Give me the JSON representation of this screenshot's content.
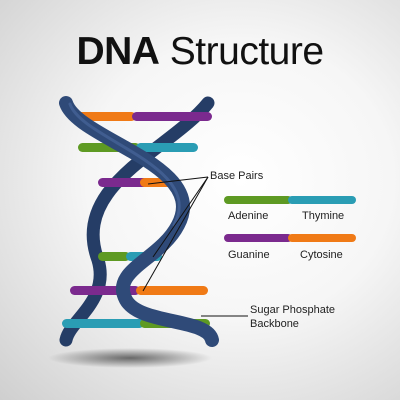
{
  "title": {
    "bold": "DNA",
    "light": "Structure"
  },
  "labels": {
    "base_pairs": "Base Pairs",
    "backbone_line1": "Sugar Phosphate",
    "backbone_line2": "Backbone"
  },
  "legend": [
    {
      "left": "Adenine",
      "right": "Thymine",
      "left_color": "#5e9a23",
      "right_color": "#2a9db4"
    },
    {
      "left": "Guanine",
      "right": "Cytosine",
      "left_color": "#7b2a8e",
      "right_color": "#f07a16"
    }
  ],
  "colors": {
    "backbone": "#2f4a78",
    "backbone_light": "#4c6aa0",
    "adenine": "#5e9a23",
    "thymine": "#2a9db4",
    "guanine": "#7b2a8e",
    "cytosine": "#f07a16"
  }
}
